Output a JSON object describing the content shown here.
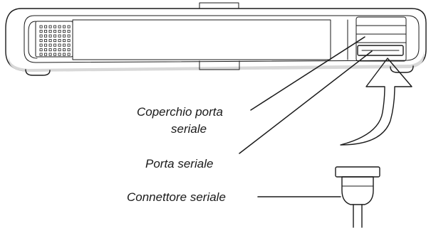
{
  "labels": {
    "port_cover_line1": "Coperchio porta",
    "port_cover_line2": "seriale",
    "serial_port": "Porta seriale",
    "serial_connector": "Connettore seriale"
  },
  "icons": {
    "device": "handheld-device-side-view",
    "arrow": "curved-up-arrow-icon",
    "connector": "serial-connector-icon"
  },
  "colors": {
    "line": "#1a1a1a",
    "background": "#ffffff",
    "shade": "#d8d8d8"
  }
}
